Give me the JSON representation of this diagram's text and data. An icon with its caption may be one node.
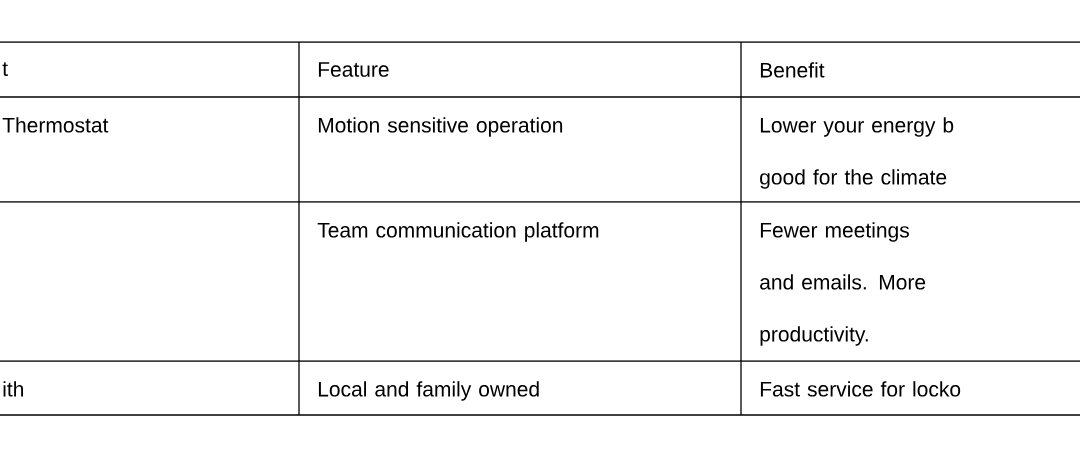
{
  "diagram": {
    "labels": [
      "t",
      "Feature",
      "Benefit",
      "Thermostat",
      "Motion sensitive operation",
      "Lower your energy b good for the climate",
      "Team communication platform",
      "Fewer meetings and emails. More productivity.",
      "ith",
      "Local and family owned",
      "Fast service for locko"
    ]
  }
}
